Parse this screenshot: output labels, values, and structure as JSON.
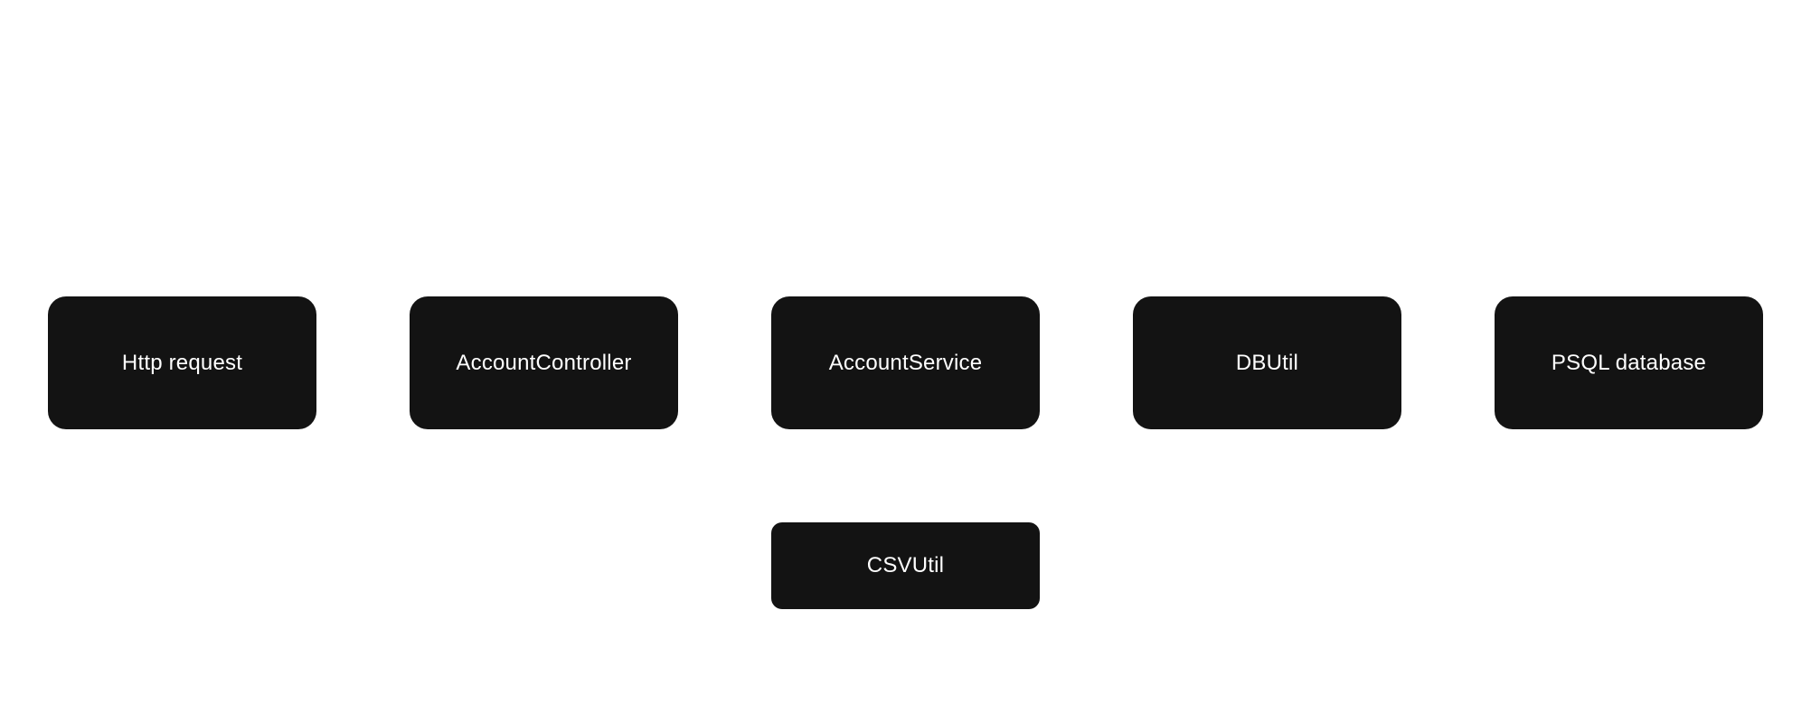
{
  "diagram": {
    "nodes": {
      "http_request": "Http request",
      "account_controller": "AccountController",
      "account_service": "AccountService",
      "db_util": "DBUtil",
      "psql_database": "PSQL database",
      "csv_util": "CSVUtil"
    },
    "colors": {
      "background": "#ffffff",
      "node_fill": "#131313",
      "node_text": "#ffffff"
    }
  }
}
